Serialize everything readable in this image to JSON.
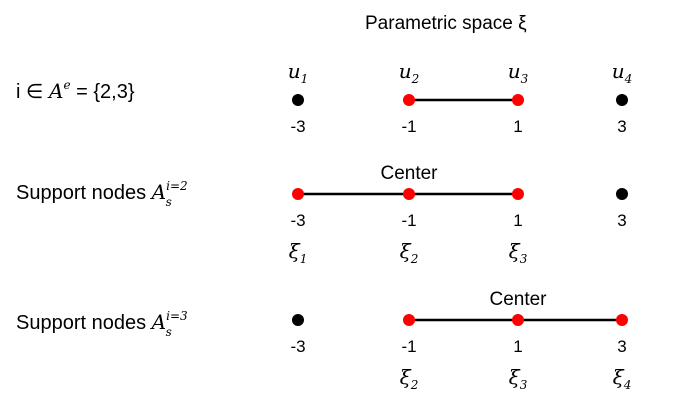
{
  "title": "Parametric space ξ",
  "rows": [
    {
      "label_parts": {
        "text": "i ∈ A",
        "sup": "e",
        "rest": " = {2,3}"
      },
      "nodes": [
        {
          "x": -3,
          "tick": "-3",
          "active": false,
          "top": {
            "sym": "u",
            "sub": "1"
          }
        },
        {
          "x": -1,
          "tick": "-1",
          "active": true,
          "top": {
            "sym": "u",
            "sub": "2"
          }
        },
        {
          "x": 1,
          "tick": "1",
          "active": true,
          "top": {
            "sym": "u",
            "sub": "3"
          }
        },
        {
          "x": 3,
          "tick": "3",
          "active": false,
          "top": {
            "sym": "u",
            "sub": "4"
          }
        }
      ],
      "segment": [
        -1,
        1
      ],
      "center": null
    },
    {
      "label_parts": {
        "text": "Support nodes A",
        "sup": "i=2",
        "sub": "s"
      },
      "nodes": [
        {
          "x": -3,
          "tick": "-3",
          "active": true,
          "bottom": {
            "sym": "ξ",
            "sub": "1"
          }
        },
        {
          "x": -1,
          "tick": "-1",
          "active": true,
          "bottom": {
            "sym": "ξ",
            "sub": "2"
          }
        },
        {
          "x": 1,
          "tick": "1",
          "active": true,
          "bottom": {
            "sym": "ξ",
            "sub": "3"
          }
        },
        {
          "x": 3,
          "tick": "3",
          "active": false
        }
      ],
      "segment": [
        -3,
        1
      ],
      "center": {
        "label": "Center",
        "at": -1
      }
    },
    {
      "label_parts": {
        "text": "Support nodes A",
        "sup": "i=3",
        "sub": "s"
      },
      "nodes": [
        {
          "x": -3,
          "tick": "-3",
          "active": false
        },
        {
          "x": -1,
          "tick": "-1",
          "active": true,
          "bottom": {
            "sym": "ξ",
            "sub": "2"
          }
        },
        {
          "x": 1,
          "tick": "1",
          "active": true,
          "bottom": {
            "sym": "ξ",
            "sub": "3"
          }
        },
        {
          "x": 3,
          "tick": "3",
          "active": true,
          "bottom": {
            "sym": "ξ",
            "sub": "4"
          }
        }
      ],
      "segment": [
        -1,
        3
      ],
      "center": {
        "label": "Center",
        "at": 1
      }
    }
  ],
  "colors": {
    "active": "#ff0000",
    "inactive": "#000000",
    "line": "#000000"
  }
}
